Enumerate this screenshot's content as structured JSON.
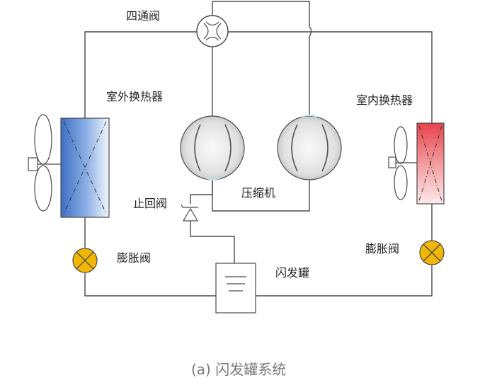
{
  "labels": {
    "four_way_valve": "四通阀",
    "outdoor_hx": "室外换热器",
    "indoor_hx": "室内换热器",
    "check_valve": "止回阀",
    "compressor": "压缩机",
    "expansion_valve_left": "膨胀阀",
    "expansion_valve_right": "膨胀阀",
    "flash_tank": "闪发罐"
  },
  "caption": "(a) 闪发罐系统",
  "colors": {
    "line": "#4a4a4a",
    "outdoor_hx": "#4a7fd0",
    "indoor_hx": "#e8434b",
    "expansion_valve": "#f2b705",
    "compressor_fill": "#dcdcdc"
  }
}
